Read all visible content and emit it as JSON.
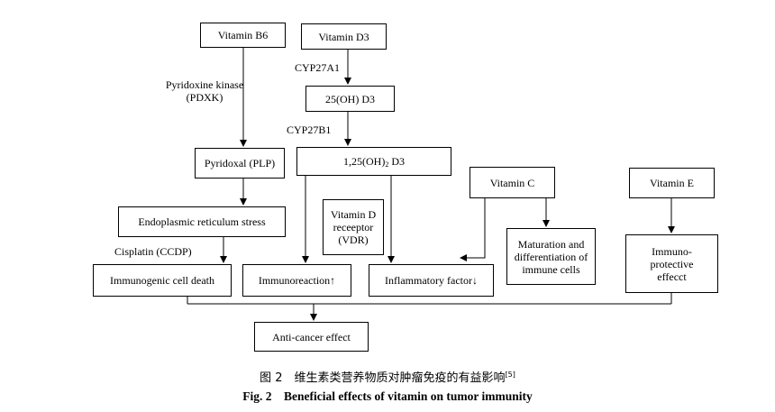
{
  "nodes": {
    "vitamin_b6": "Vitamin  B6",
    "vitamin_d3": "Vitamin  D3",
    "oh_d3": "25(OH)  D3",
    "dihydroxy_d3_pre": "1,25(OH)",
    "dihydroxy_d3_sub": "2",
    "dihydroxy_d3_post": " D3",
    "pyridoxal": "Pyridoxal (PLP)",
    "er_stress": "Endoplasmic reticulum stress",
    "vdr_line1": "Vitamin D",
    "vdr_line2": "receeptor",
    "vdr_line3": "(VDR)",
    "vitamin_c": "Vitamin  C",
    "vitamin_e": "Vitamin  E",
    "maturation_line1": "Maturation and",
    "maturation_line2": "differentiation of",
    "maturation_line3": "immune cells",
    "immunogenic": "Immunogenic cell death",
    "immunoreaction": "Immunoreaction↑",
    "inflammatory": "Inflammatory factor↓",
    "immuno_line1": "Immuno-",
    "immuno_line2": "protective",
    "immuno_line3": "effecct",
    "anticancer": "Anti-cancer effect"
  },
  "edge_labels": {
    "cyp27a1": "CYP27A1",
    "cyp27b1": "CYP27B1",
    "pdxk_line1": "Pyridoxine kinase",
    "pdxk_line2": "(PDXK)",
    "cisplatin": "Cisplatin (CCDP)"
  },
  "caption": {
    "cn": "图 2　维生素类营养物质对肿瘤免疫的有益影响",
    "cn_ref": "[5]",
    "en": "Fig. 2　Beneficial effects of vitamin on tumor immunity"
  }
}
